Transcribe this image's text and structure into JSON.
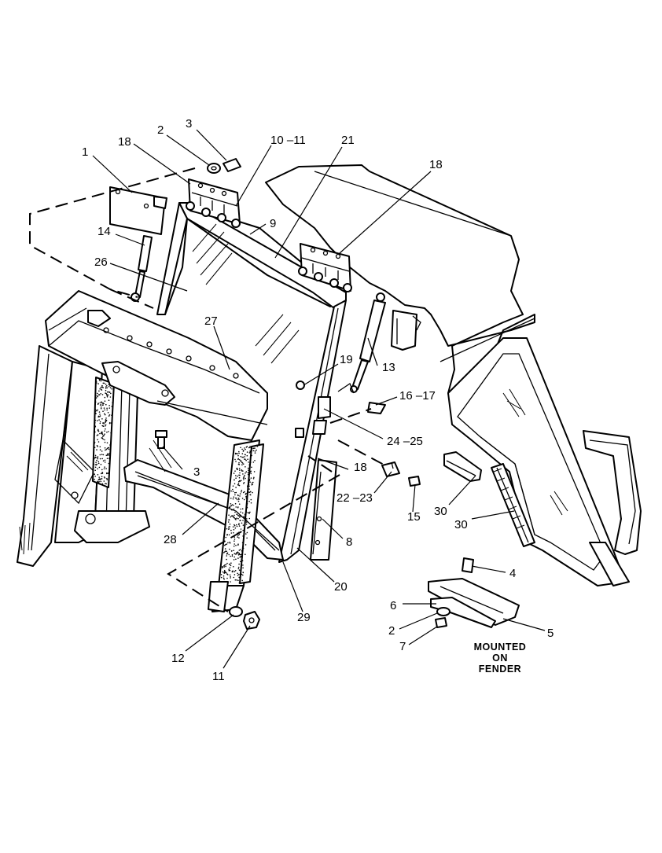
{
  "callouts": [
    {
      "id": "c1",
      "text": "1"
    },
    {
      "id": "c2a",
      "text": "2"
    },
    {
      "id": "c3a",
      "text": "3"
    },
    {
      "id": "c18a",
      "text": "18"
    },
    {
      "id": "c1011",
      "text": "10 –11"
    },
    {
      "id": "c21",
      "text": "21"
    },
    {
      "id": "c18b",
      "text": "18"
    },
    {
      "id": "c14",
      "text": "14"
    },
    {
      "id": "c9",
      "text": "9"
    },
    {
      "id": "c26",
      "text": "26"
    },
    {
      "id": "c27",
      "text": "27"
    },
    {
      "id": "c19",
      "text": "19"
    },
    {
      "id": "c13",
      "text": "13"
    },
    {
      "id": "c1617",
      "text": "16 –17"
    },
    {
      "id": "c2425",
      "text": "24 –25"
    },
    {
      "id": "c3b",
      "text": "3"
    },
    {
      "id": "c18c",
      "text": "18"
    },
    {
      "id": "c2223",
      "text": "22 –23"
    },
    {
      "id": "c15",
      "text": "15"
    },
    {
      "id": "c30a",
      "text": "30"
    },
    {
      "id": "c30b",
      "text": "30"
    },
    {
      "id": "c28",
      "text": "28"
    },
    {
      "id": "c8",
      "text": "8"
    },
    {
      "id": "c20",
      "text": "20"
    },
    {
      "id": "c29",
      "text": "29"
    },
    {
      "id": "c4",
      "text": "4"
    },
    {
      "id": "c6",
      "text": "6"
    },
    {
      "id": "c5",
      "text": "5"
    },
    {
      "id": "c2b",
      "text": "2"
    },
    {
      "id": "c7",
      "text": "7"
    },
    {
      "id": "c12",
      "text": "12"
    },
    {
      "id": "c11",
      "text": "11"
    }
  ],
  "note": {
    "line1": "MOUNTED",
    "line2": "ON",
    "line3": "FENDER"
  }
}
